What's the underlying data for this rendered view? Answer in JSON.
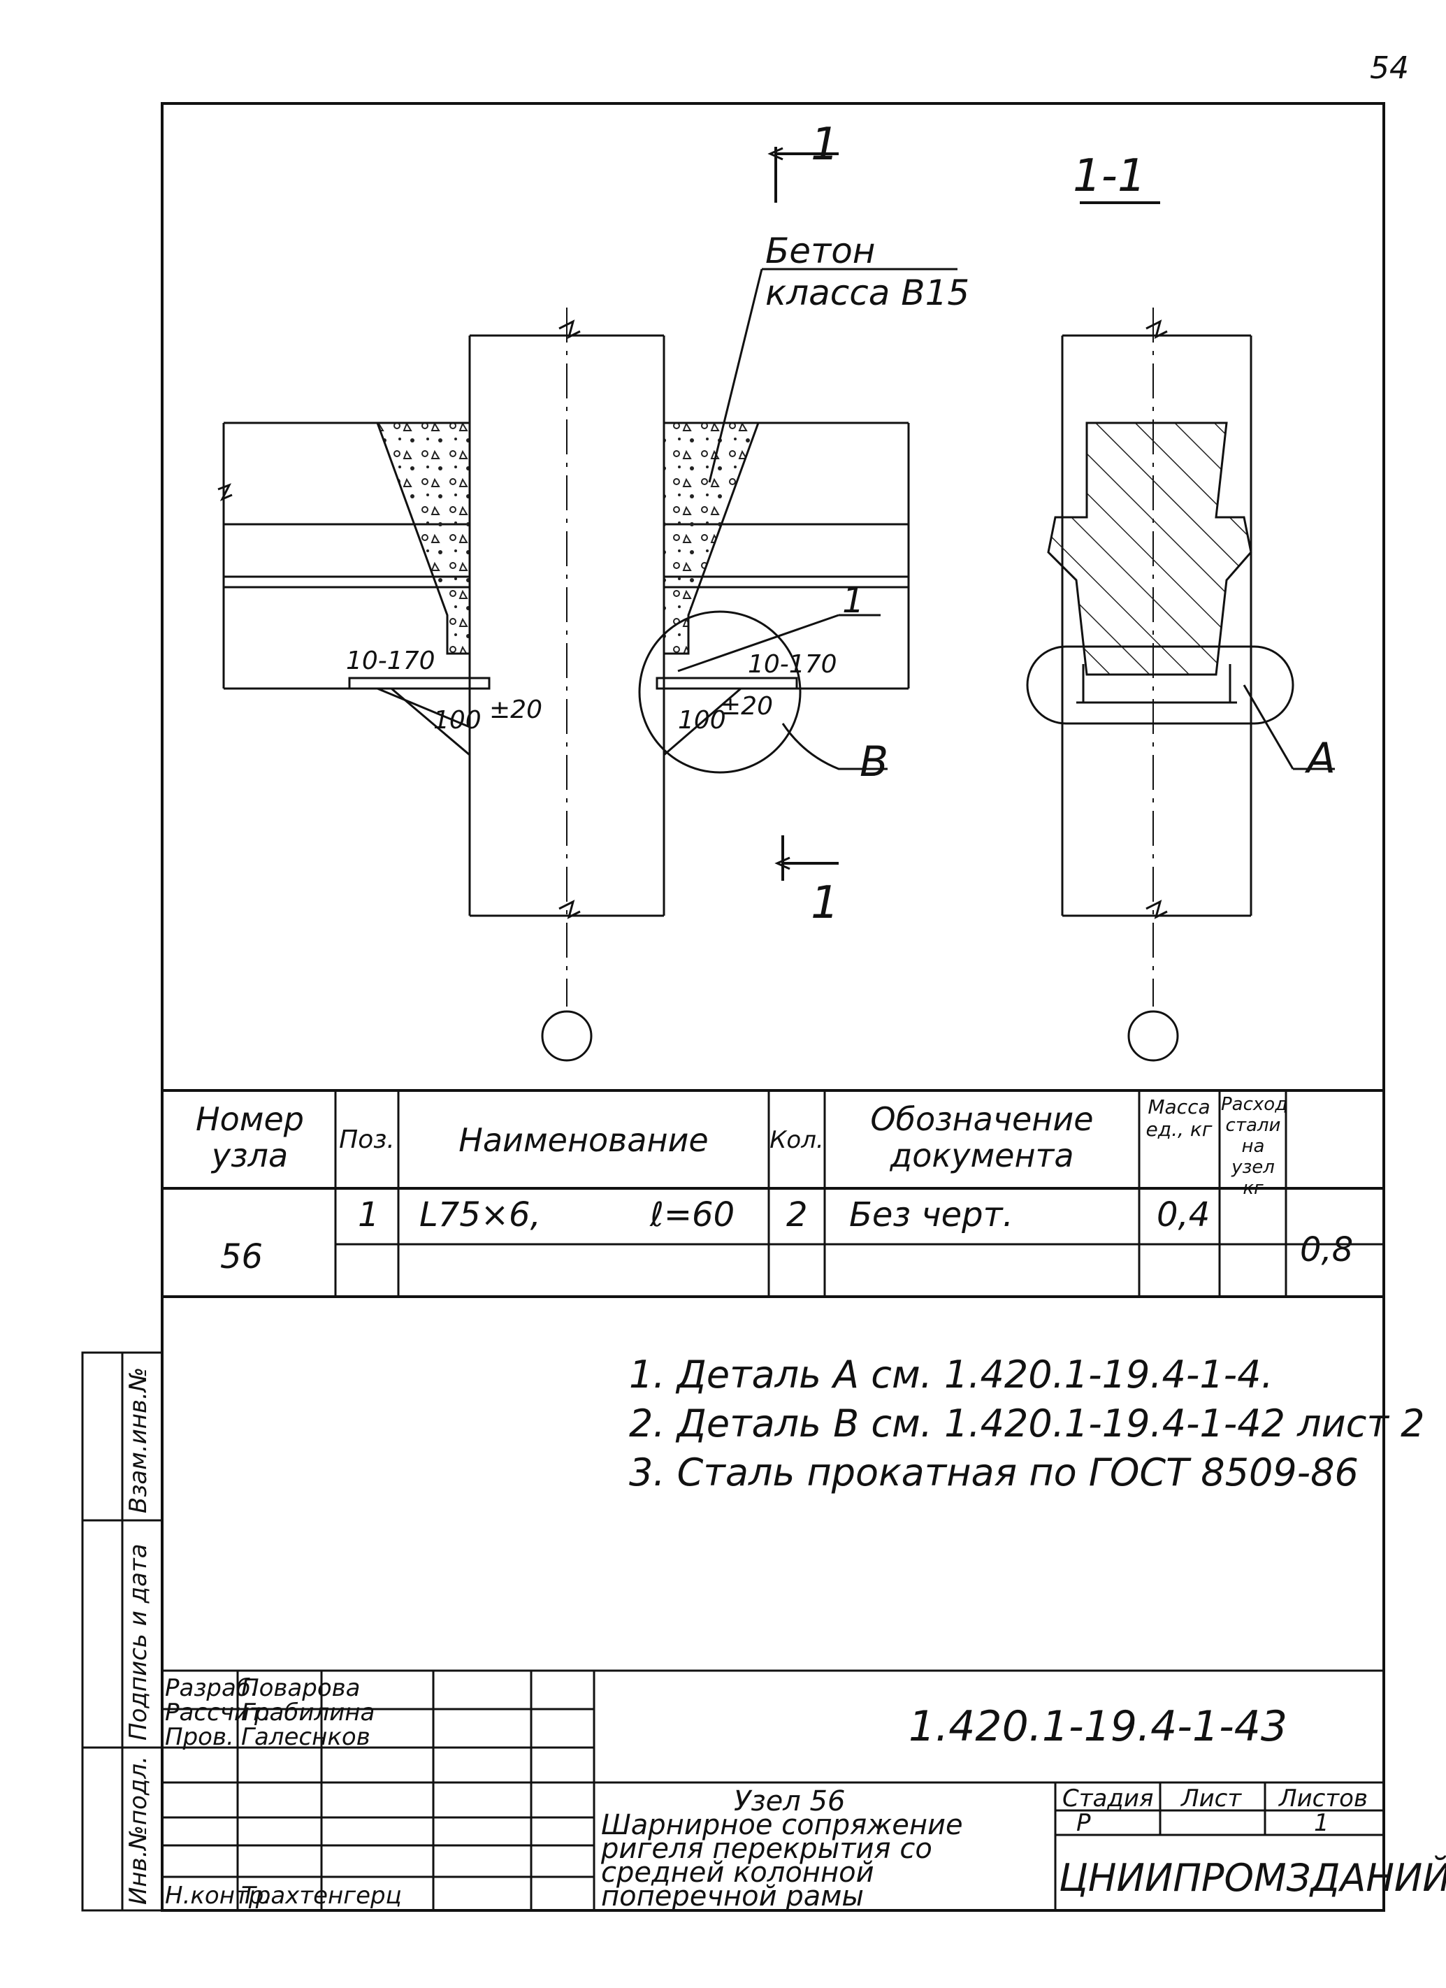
{
  "page_number": "54",
  "drawing": {
    "section_mark": "1",
    "section_title": "1-1",
    "concrete_label_line1": "Бетон",
    "concrete_label_line2": "класса В15",
    "callout_1": "1",
    "dim_left_spacing": "10-170",
    "dim_left_offset": "100",
    "dim_left_tolerance": "±20",
    "dim_right_spacing": "10-170",
    "dim_right_offset": "100",
    "dim_right_tolerance": "±20",
    "detail_b": "В",
    "detail_a": "А",
    "section_mark_bottom": "1"
  },
  "spec_table": {
    "headers": {
      "node_no": "Номер узла",
      "pos": "Поз.",
      "name": "Наименование",
      "qty": "Кол.",
      "doc": "Обозначение документа",
      "mass": "Масса ед., кг",
      "steel": "Расход стали на узел кг"
    },
    "row": {
      "node_no": "56",
      "pos": "1",
      "name": "L75×6,",
      "length": "ℓ=60",
      "qty": "2",
      "doc": "Без черт.",
      "mass": "0,4",
      "steel": "0,8"
    }
  },
  "notes": [
    "1. Деталь А см. 1.420.1-19.4-1-4.",
    "2. Деталь В см. 1.420.1-19.4-1-42 лист 2",
    "3. Сталь прокатная по ГОСТ 8509-86"
  ],
  "side_stamp": {
    "inv_no_orig": "Инв.№подл.",
    "sign_date": "Подпись и дата",
    "inv_no_dup": "Взам.инв.№"
  },
  "title_block": {
    "roles": [
      "Разраб.",
      "Рассчит.",
      "Пров.",
      "Н.контр."
    ],
    "names": [
      "Поварова",
      "Грабилина",
      "Галеснков",
      "Трахтенгерц"
    ],
    "doc_code": "1.420.1-19.4-1-43",
    "title_line1": "Узел 56",
    "title_line2": "Шарнирное сопряжение",
    "title_line3": "ригеля перекрытия со",
    "title_line4": "средней колонной",
    "title_line5": "поперечной рамы",
    "stage_label": "Стадия",
    "sheet_label": "Лист",
    "sheets_label": "Листов",
    "stage": "Р",
    "sheet": "",
    "sheets": "1",
    "organization": "ЦНИИПРОМЗДАНИЙ"
  }
}
